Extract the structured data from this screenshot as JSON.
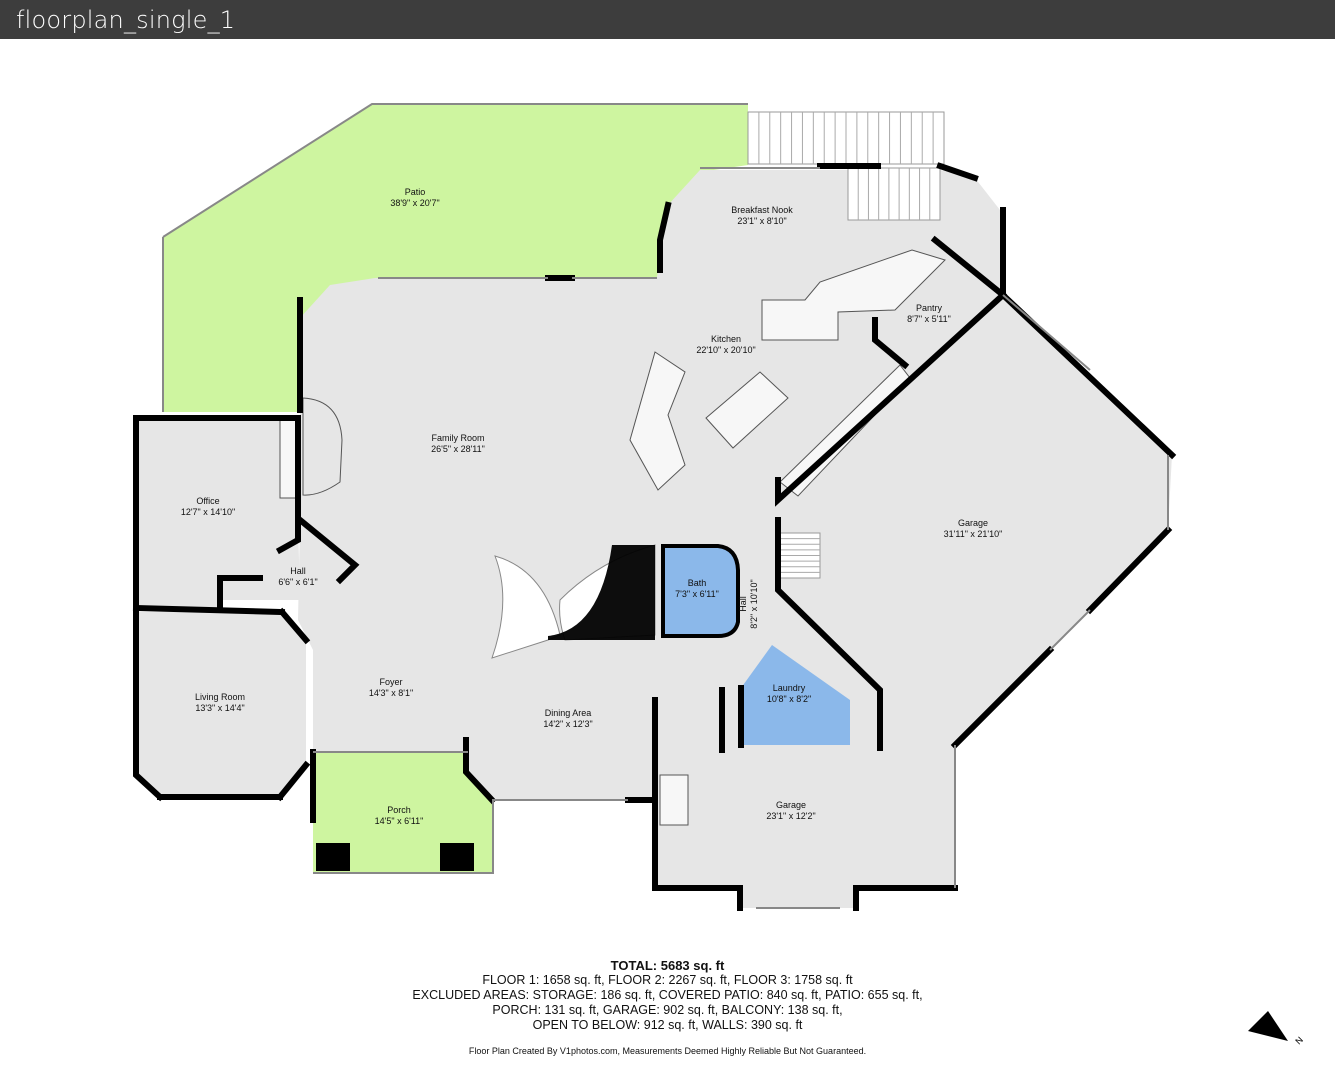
{
  "window": {
    "title": "floorplan_single_1"
  },
  "colors": {
    "floor": "#e6e6e6",
    "outdoor": "#cef5a0",
    "wet": "#8bb8ea",
    "wall": "#000000",
    "header": "#3d3d3d"
  },
  "rooms": [
    {
      "key": "patio",
      "name": "Patio",
      "dims": "38'9\" x 20'7\""
    },
    {
      "key": "nook",
      "name": "Breakfast Nook",
      "dims": "23'1\" x 8'10\""
    },
    {
      "key": "pantry",
      "name": "Pantry",
      "dims": "8'7\" x 5'11\""
    },
    {
      "key": "kitchen",
      "name": "Kitchen",
      "dims": "22'10\" x 20'10\""
    },
    {
      "key": "family",
      "name": "Family Room",
      "dims": "26'5\" x 28'11\""
    },
    {
      "key": "office",
      "name": "Office",
      "dims": "12'7\" x 14'10\""
    },
    {
      "key": "hallw",
      "name": "Hall",
      "dims": "6'6\" x 6'1\""
    },
    {
      "key": "garage1",
      "name": "Garage",
      "dims": "31'11\" x 21'10\""
    },
    {
      "key": "bath",
      "name": "Bath",
      "dims": "7'3\" x 6'11\""
    },
    {
      "key": "halle",
      "name": "Hall",
      "dims": "8'2\" x 10'10\""
    },
    {
      "key": "laundry",
      "name": "Laundry",
      "dims": "10'8\" x 8'2\""
    },
    {
      "key": "living",
      "name": "Living Room",
      "dims": "13'3\" x 14'4\""
    },
    {
      "key": "foyer",
      "name": "Foyer",
      "dims": "14'3\" x 8'1\""
    },
    {
      "key": "dining",
      "name": "Dining Area",
      "dims": "14'2\" x 12'3\""
    },
    {
      "key": "porch",
      "name": "Porch",
      "dims": "14'5\" x 6'11\""
    },
    {
      "key": "garage2",
      "name": "Garage",
      "dims": "23'1\" x 12'2\""
    }
  ],
  "summary": {
    "total": "TOTAL: 5683 sq. ft",
    "lines": [
      "FLOOR 1: 1658 sq. ft, FLOOR 2: 2267 sq. ft, FLOOR 3: 1758 sq. ft",
      "EXCLUDED AREAS: STORAGE: 186 sq. ft, COVERED PATIO: 840 sq. ft, PATIO: 655 sq. ft,",
      "PORCH: 131 sq. ft, GARAGE: 902 sq. ft, BALCONY: 138 sq. ft,",
      "OPEN TO BELOW: 912 sq. ft, WALLS: 390 sq. ft"
    ]
  },
  "disclaimer": "Floor Plan Created By V1photos.com, Measurements Deemed Highly Reliable But Not Guaranteed.",
  "compass": {
    "icon": "north-arrow-icon",
    "label": "N"
  }
}
